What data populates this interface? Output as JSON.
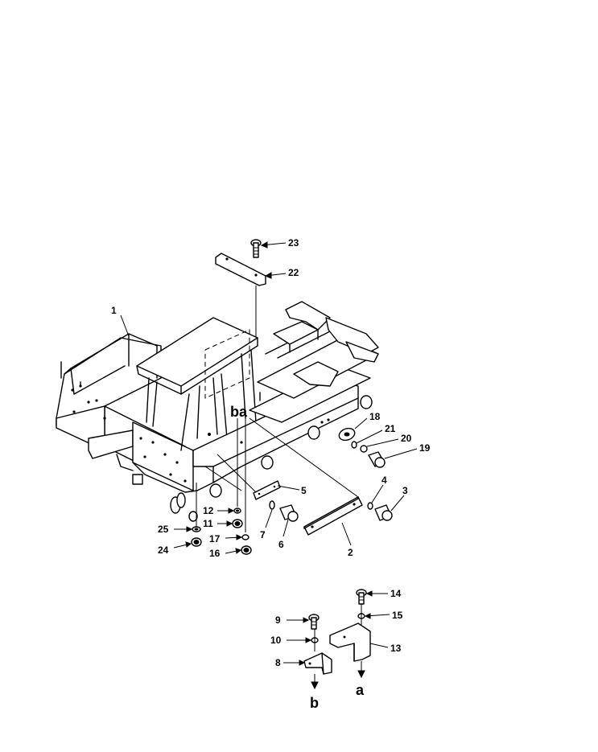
{
  "labels": {
    "p1": "1",
    "p2": "2",
    "p3": "3",
    "p4": "4",
    "p5": "5",
    "p6": "6",
    "p7": "7",
    "p8": "8",
    "p9": "9",
    "p10": "10",
    "p11": "11",
    "p12": "12",
    "p13": "13",
    "p14": "14",
    "p15": "15",
    "p16": "16",
    "p17": "17",
    "p18": "18",
    "p19": "19",
    "p20": "20",
    "p21": "21",
    "p22": "22",
    "p23": "23",
    "p24": "24",
    "p25": "25",
    "ref_a": "a",
    "ref_b": "b",
    "ref_ba": "ba"
  }
}
